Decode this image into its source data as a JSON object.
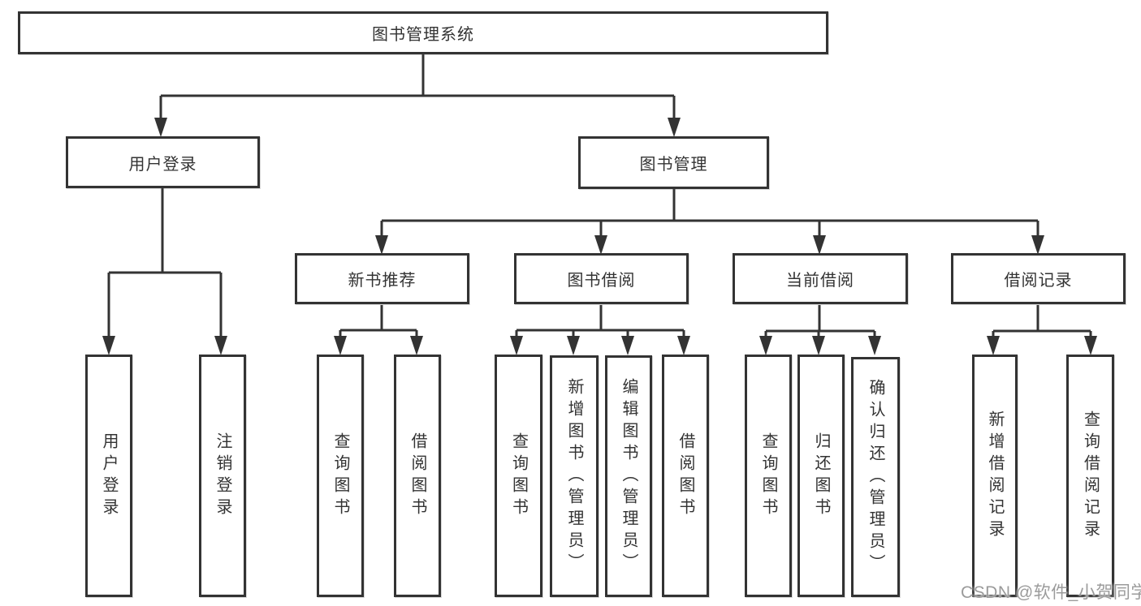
{
  "diagram": {
    "title": "图书管理系统",
    "root": {
      "label": "图书管理系统"
    },
    "branches": [
      {
        "label": "用户登录",
        "children": [
          {
            "label": "用户登录"
          },
          {
            "label": "注销登录"
          }
        ]
      },
      {
        "label": "图书管理",
        "children": [
          {
            "label": "新书推荐",
            "children": [
              {
                "label": "查询图书"
              },
              {
                "label": "借阅图书"
              }
            ]
          },
          {
            "label": "图书借阅",
            "children": [
              {
                "label": "查询图书"
              },
              {
                "label": "新增图书（管理员）"
              },
              {
                "label": "编辑图书（管理员）"
              },
              {
                "label": "借阅图书"
              }
            ]
          },
          {
            "label": "当前借阅",
            "children": [
              {
                "label": "查询图书"
              },
              {
                "label": "归还图书"
              },
              {
                "label": "确认归还（管理员）"
              }
            ]
          },
          {
            "label": "借阅记录",
            "children": [
              {
                "label": "新增借阅记录"
              },
              {
                "label": "查询借阅记录"
              }
            ]
          }
        ]
      }
    ]
  },
  "watermark": "CSDN @软件_小贺同学",
  "colors": {
    "line": "#333333",
    "box_border": "#333333",
    "box_background": "#ffffff",
    "text": "#333333",
    "watermark_text": "#9b9b9b",
    "page_background": "#ffffff"
  }
}
